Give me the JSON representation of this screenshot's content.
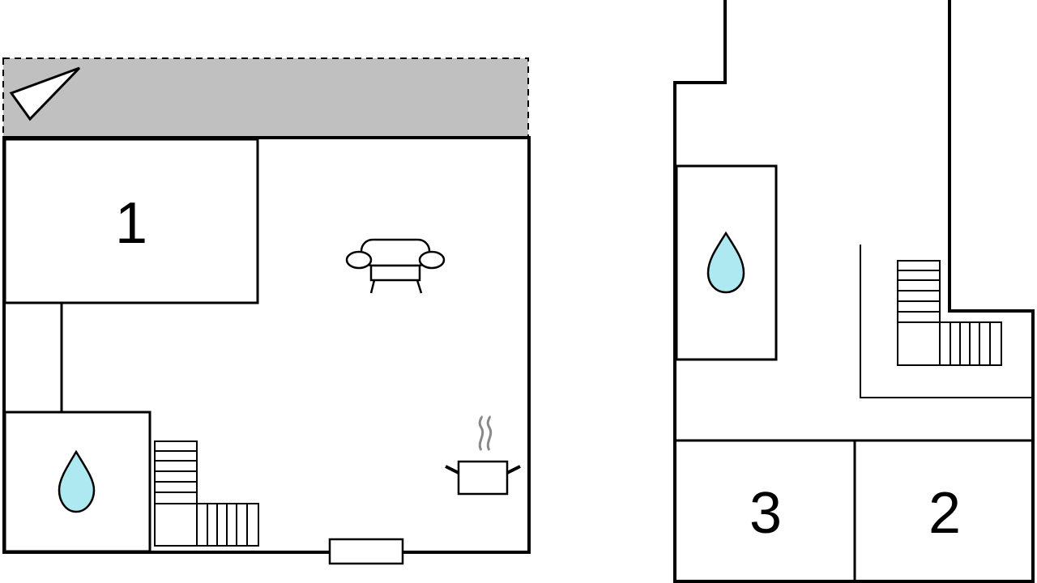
{
  "colors": {
    "wall": "#000000",
    "terrace": "#c0c0c0",
    "water": "#aee9f2",
    "background": "#ffffff",
    "steam": "#888888"
  },
  "rooms": {
    "room_1": {
      "label": "1"
    },
    "room_2": {
      "label": "2"
    },
    "room_3": {
      "label": "3"
    }
  },
  "icons": {
    "compass": "compass-arrow-icon",
    "sofa": "sofa-icon",
    "cooking_pot": "cooking-pot-icon",
    "water_drop": "water-drop-icon",
    "stairs": "stairs-icon",
    "window": "window-icon"
  }
}
